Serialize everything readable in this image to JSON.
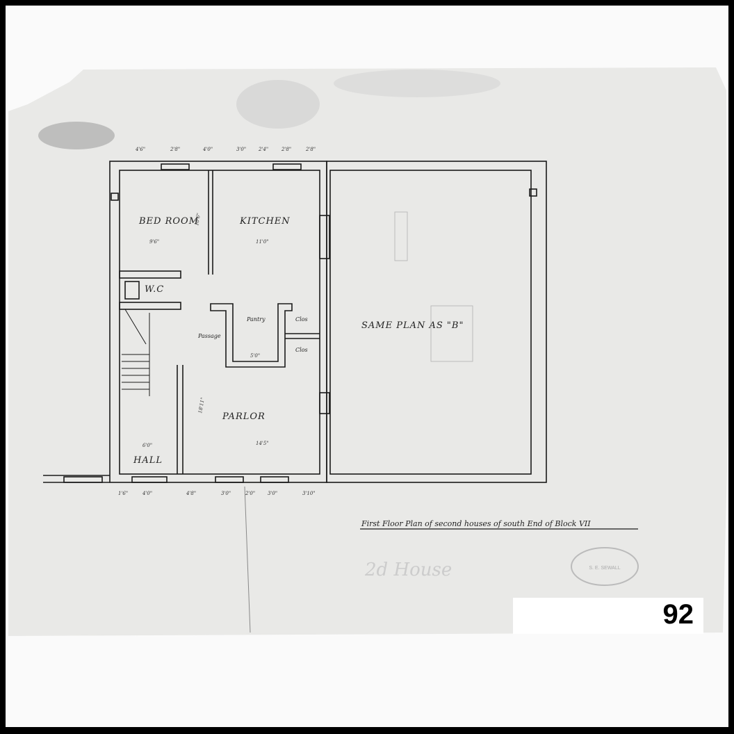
{
  "sheet_number": "92",
  "title": "First Floor Plan of second houses of south End of Block VII",
  "pencil_note": "2d House",
  "stamp_text": "S. E. SEWALL",
  "rooms": {
    "bed_room": "BED ROOM",
    "kitchen": "KITCHEN",
    "wc": "W.C",
    "pantry": "Pantry",
    "passage": "Passage",
    "closet": "Clos",
    "closet2": "Clos",
    "parlor": "PARLOR",
    "hall": "HALL",
    "same_plan": "SAME PLAN AS \"B\""
  },
  "dimensions": {
    "top": [
      "4'6\"",
      "2'8\"",
      "4'0\"",
      "3'0\"",
      "2'4\"",
      "2'8\"",
      "2'8\""
    ],
    "bottom": [
      "1'6\"",
      "4'0\"",
      "4'8\"",
      "3'0\"",
      "2'0\"",
      "3'0\"",
      "3'10\""
    ],
    "bed_room_width": "9'6\"",
    "kitchen_width": "11'0\"",
    "bed_room_depth": "10'6\"",
    "hall_width": "6'0\"",
    "parlor_width": "14'5\"",
    "parlor_depth": "18'11\"",
    "pantry_width": "5'0\""
  },
  "colors": {
    "paper": "#e9e9e7",
    "ink": "#1a1a1a",
    "frame": "#000000"
  }
}
